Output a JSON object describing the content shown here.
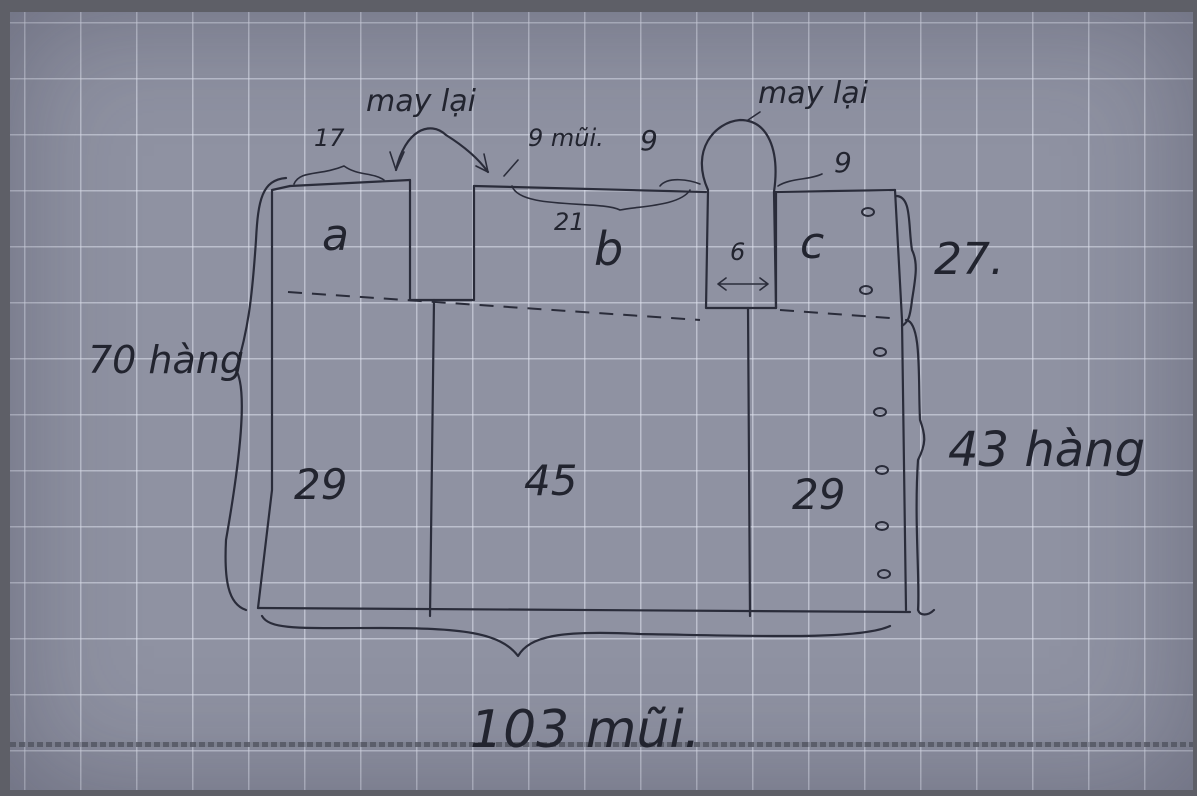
{
  "diagram": {
    "labels": {
      "may_lai_left": "may lại",
      "may_lai_right": "may lại",
      "top_17": "17",
      "top_9_mui": "9 mũi.",
      "top_9_mid": "9",
      "top_9_right": "9",
      "len_21": "21",
      "panel_a": "a",
      "panel_b": "b",
      "panel_c": "c",
      "width_6": "6",
      "right_27": "27.",
      "left_70": "70 hàng",
      "bottom_29_left": "29",
      "bottom_45": "45",
      "bottom_29_right": "29",
      "right_43": "43 hàng",
      "total_103": "103 mũi."
    }
  }
}
